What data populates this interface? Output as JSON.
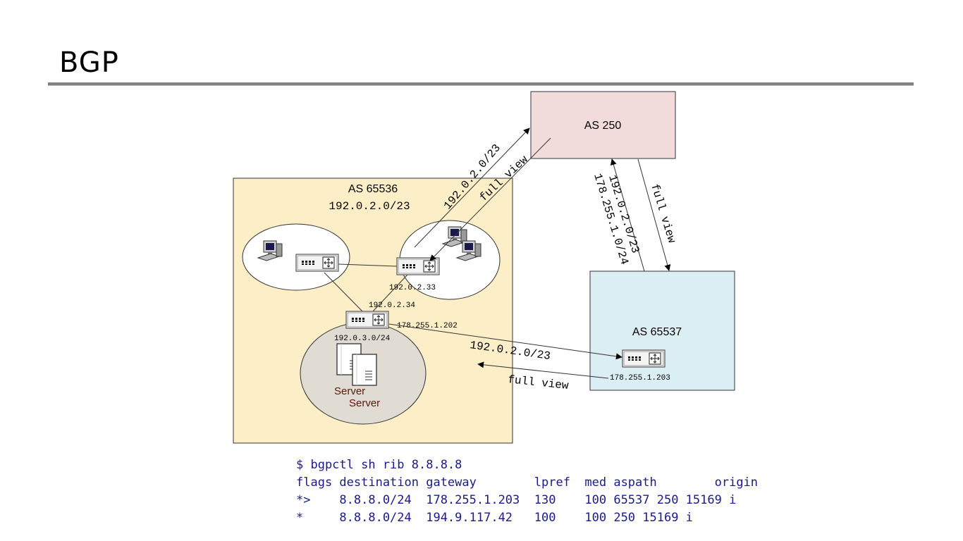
{
  "slide": {
    "title": "BGP"
  },
  "diagram": {
    "as_65536": {
      "label": "AS 65536",
      "prefix": "192.0.2.0/23"
    },
    "as_250": {
      "label": "AS 250"
    },
    "as_65537": {
      "label": "AS 65537"
    },
    "router_labels": {
      "r1": "192.0.2.33",
      "r2": "192.0.2.34",
      "r2_ext": "178.255.1.202",
      "r3": "178.255.1.203"
    },
    "subnet_label": "192.0.3.0/24",
    "server_labels": [
      "Server",
      "Server"
    ],
    "flows": {
      "to_as250_prefix": "192.0.2.0/23",
      "from_as250_view": "full view",
      "to_as250_from_65537_a": "192.0.2.0/23",
      "to_as250_from_65537_b": "178.255.1.0/24",
      "from_as250_to_65537": "full view",
      "to_65537_prefix": "192.0.2.0/23",
      "from_65537_view": "full view"
    },
    "colors": {
      "as_65536_fill": "#fcefc7",
      "as_250_fill": "#f2dcdb",
      "as_65537_fill": "#dbeef4",
      "server_cloud_fill": "#e0dcd4",
      "terminal_text": "#1a1a8c"
    }
  },
  "terminal": {
    "command": "$ bgpctl sh rib 8.8.8.8",
    "header": "flags destination gateway        lpref  med aspath        origin",
    "rows": [
      "*>    8.8.8.0/24  178.255.1.203  130    100 65537 250 15169 i",
      "*     8.8.8.0/24  194.9.117.42   100    100 250 15169 i"
    ]
  }
}
